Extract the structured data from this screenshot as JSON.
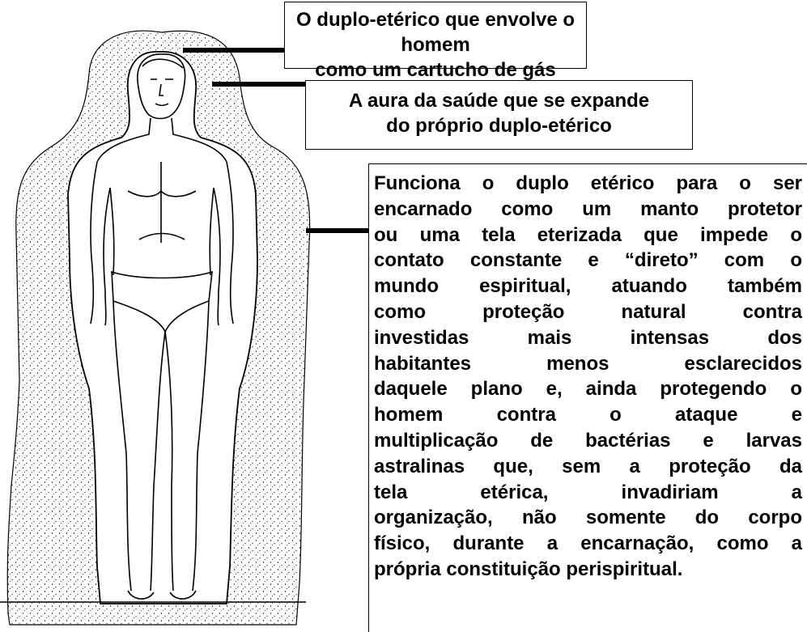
{
  "label_top": {
    "line1": "O duplo-etérico que envolve o homem",
    "line2": "como um cartucho de gás vaporoso."
  },
  "label_middle": {
    "line1": "A  aura da saúde que se expande",
    "line2": "do próprio duplo-etérico"
  },
  "label_bottom": {
    "lines": [
      "Funciona o duplo etérico para o ser",
      "encarnado como um manto protetor",
      "ou uma tela eterizada que impede o",
      "contato constante e “direto” com o",
      "mundo espiritual, atuando também",
      "como proteção natural contra",
      "investidas mais intensas dos",
      "habitantes menos esclarecidos",
      "daquele plano e, ainda protegendo o",
      "homem contra o ataque e",
      "multiplicação de bactérias e larvas",
      "astralinas que, sem a proteção da",
      "tela etérica, invadiriam a",
      "organização, não somente do corpo",
      "físico, durante a encarnação, como a",
      "própria constituição perispiritual."
    ]
  },
  "colors": {
    "ink": "#000000",
    "paper": "#ffffff"
  }
}
